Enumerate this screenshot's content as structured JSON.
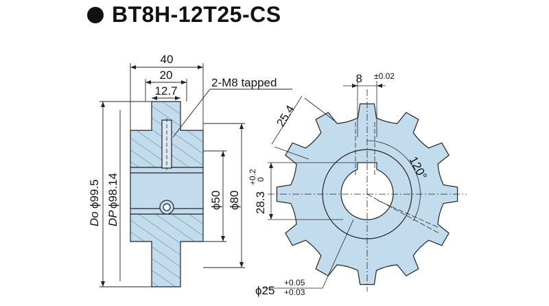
{
  "title": "BT8H-12T25-CS",
  "colors": {
    "part_fill": "#c2dcee",
    "line": "#222222",
    "background": "#ffffff"
  },
  "side_view": {
    "width_outer": "40",
    "width_mid": "20",
    "width_inner": "12.7",
    "tap_label": "2-M8 tapped",
    "do_prefix": "Do",
    "do_value": "ϕ99.5",
    "dp_prefix": "DP",
    "dp_value": "ϕ98.14",
    "bore_dia": "ϕ50",
    "hub_dia": "ϕ80"
  },
  "front_view": {
    "key_width": "8",
    "key_tol": "±0.02",
    "tooth_pitch": "25.4",
    "angle": "120°",
    "key_depth": "28.3",
    "key_depth_tol_upper": "+0.2",
    "key_depth_tol_lower": "0",
    "bore_dia": "ϕ25",
    "bore_tol_upper": "+0.05",
    "bore_tol_lower": "+0.03"
  }
}
